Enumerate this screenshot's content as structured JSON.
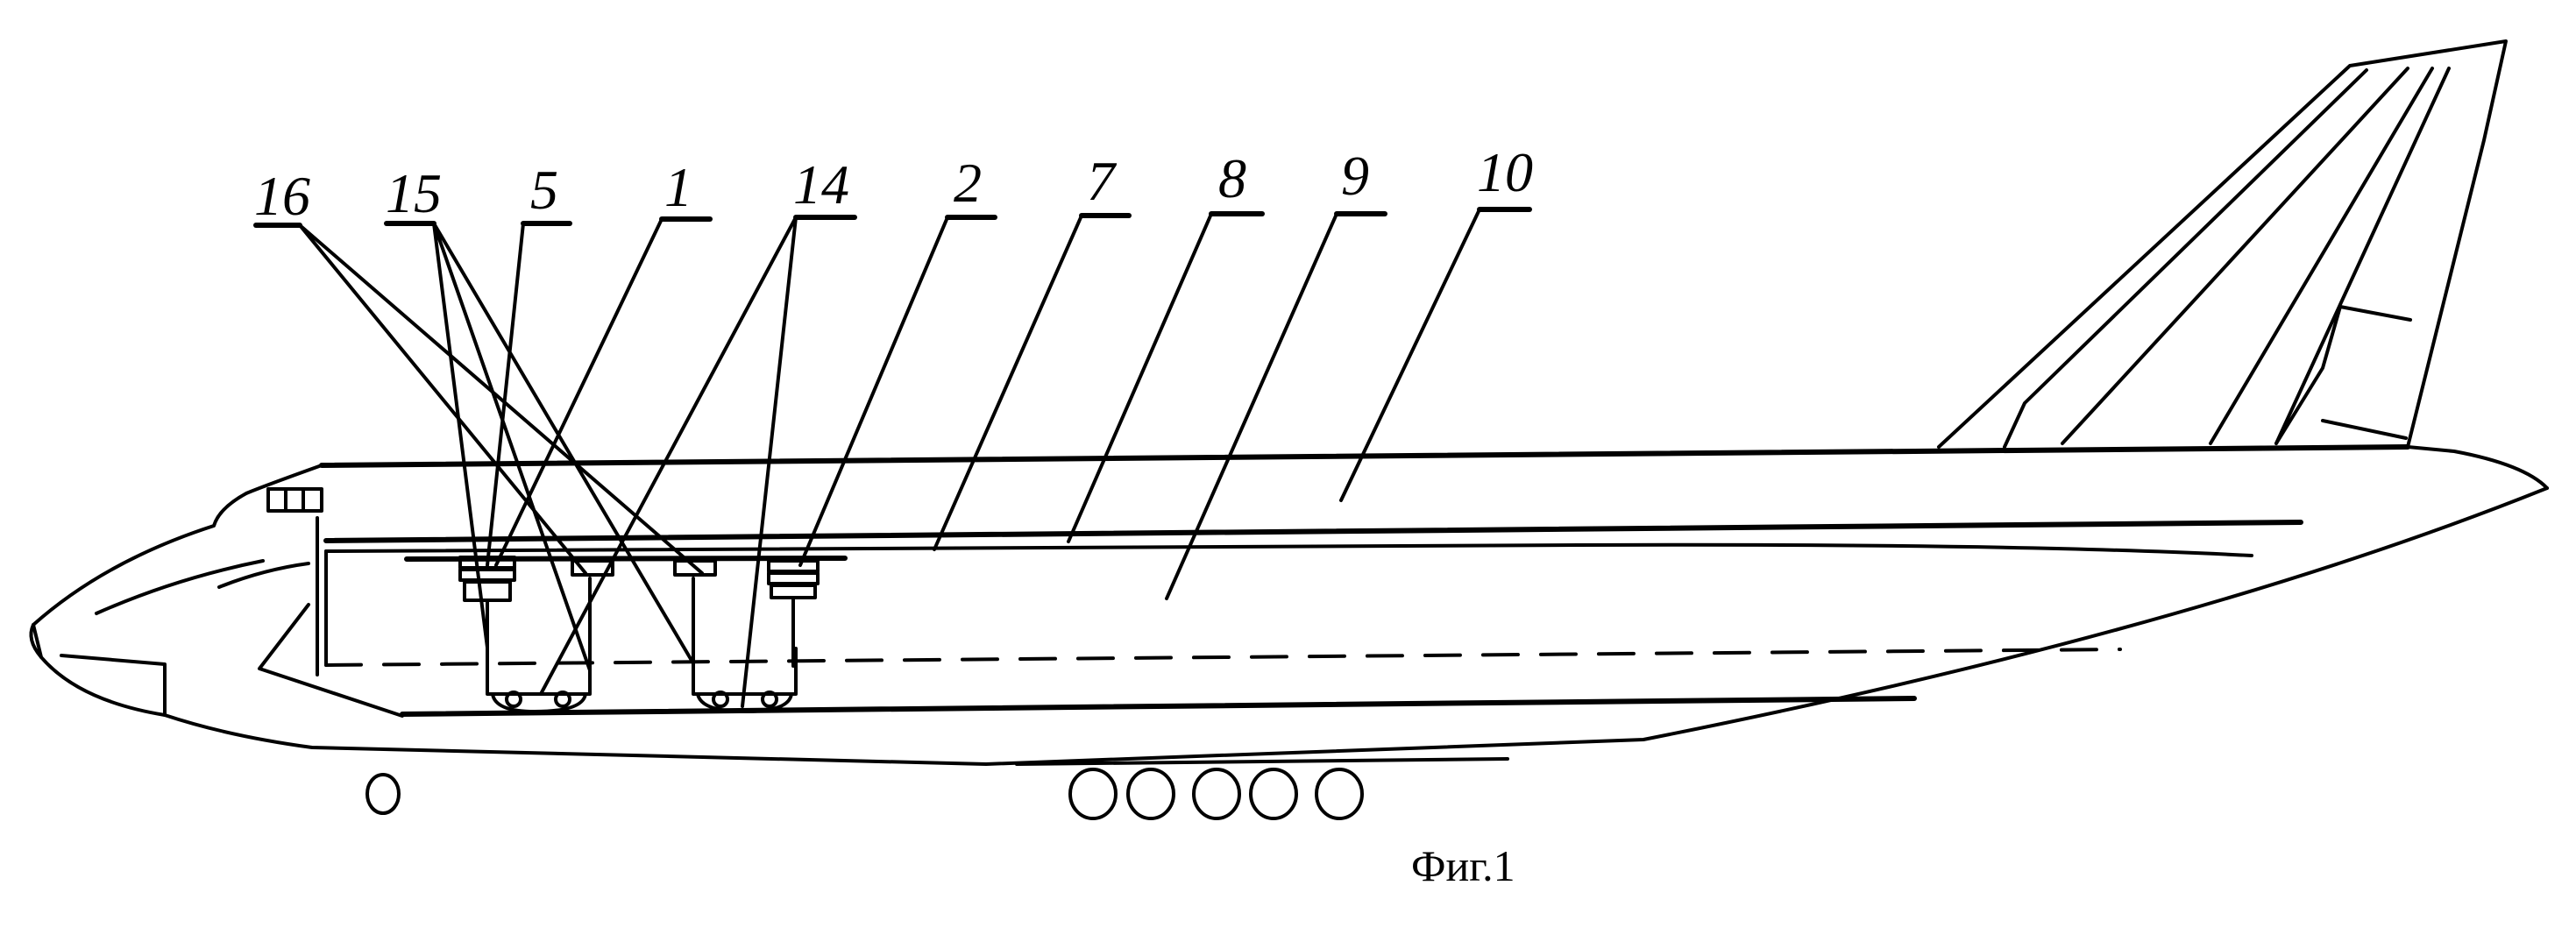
{
  "figure": {
    "caption": "Фиг.1",
    "labels": [
      "16",
      "15",
      "5",
      "1",
      "14",
      "2",
      "7",
      "8",
      "9",
      "10"
    ]
  }
}
